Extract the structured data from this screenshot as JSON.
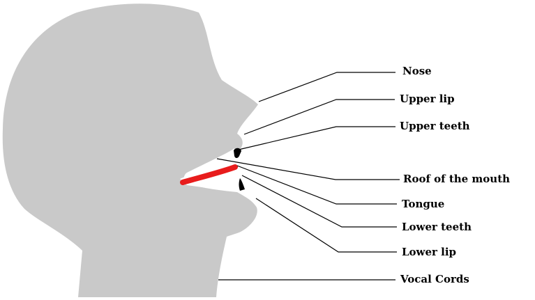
{
  "diagram": {
    "labels": {
      "nose": "Nose",
      "upper_lip": "Upper lip",
      "upper_teeth": "Upper teeth",
      "roof_of_mouth": "Roof of the mouth",
      "tongue": "Tongue",
      "lower_teeth": "Lower teeth",
      "lower_lip": "Lower lip",
      "vocal_cords": "Vocal Cords"
    },
    "colors": {
      "head": "#c9c9c9",
      "tongue": "#e81c1c",
      "lines": "#000000"
    }
  }
}
